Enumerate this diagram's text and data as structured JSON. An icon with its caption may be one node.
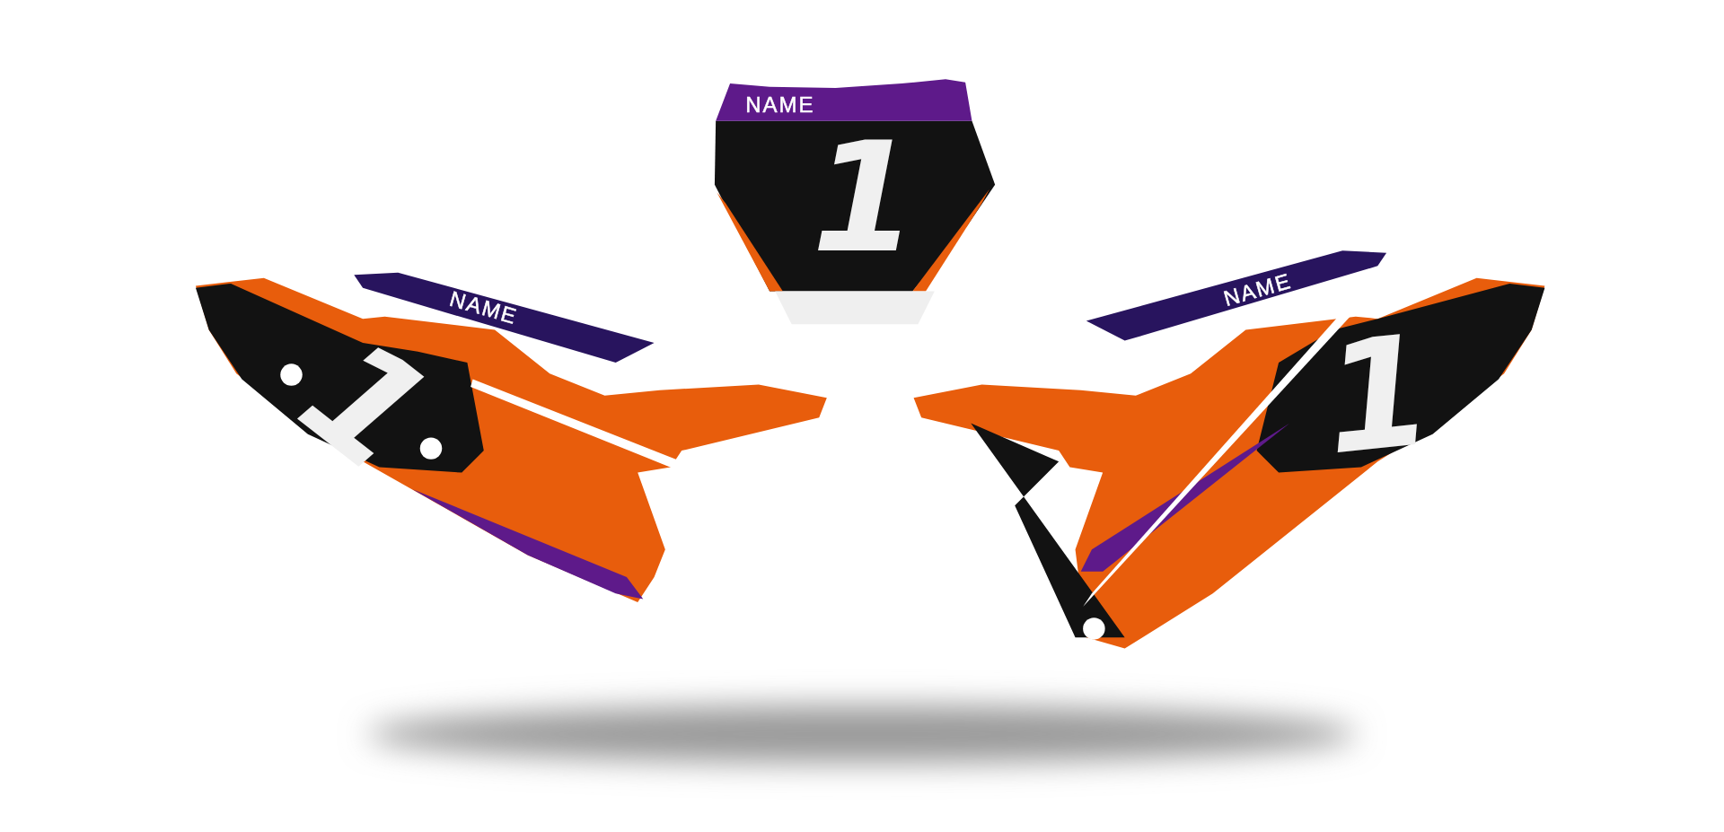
{
  "diagram": {
    "labels": [
      "NAME",
      "1",
      "NAME",
      "1",
      "NAME",
      "1"
    ]
  }
}
